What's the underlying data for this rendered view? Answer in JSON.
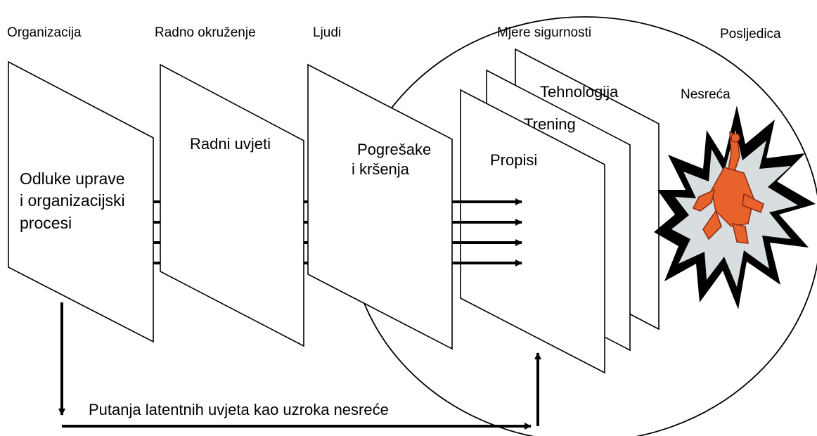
{
  "headers": {
    "organizacija": "Organizacija",
    "radno_okruzenje": "Radno okruženje",
    "ljudi": "Ljudi",
    "mjere_sigurnosti": "Mjere sigurnosti",
    "posljedica": "Posljedica"
  },
  "planes": {
    "organizacija": [
      "Odluke uprave",
      "i organizacijski",
      "procesi"
    ],
    "radno_okruzenje": "Radni uvjeti",
    "ljudi": [
      "Pogrešake",
      "i kršenja"
    ],
    "tehnologija": "Tehnologija",
    "trening": "Trening",
    "propisi": "Propisi"
  },
  "outcome": {
    "label": "Nesreća",
    "icon": "explosion-accident-icon"
  },
  "latent_path": {
    "label": "Putanja latentnih uvjeta kao uzroka nesreće"
  },
  "colors": {
    "explosion_outer": "#000000",
    "explosion_inner": "#d8dde0",
    "figure": "#e8622c"
  }
}
